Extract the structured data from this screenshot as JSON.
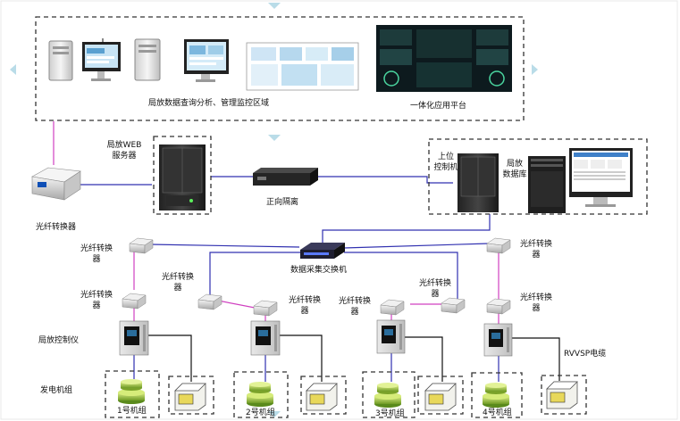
{
  "monitoring_area": {
    "left_label": "局放数据查询分析、管理监控区域",
    "right_label": "一体化应用平台"
  },
  "web_server": {
    "label_line1": "局放WEB",
    "label_line2": "服务器"
  },
  "isolation": {
    "label": "正向隔离"
  },
  "top_converter": {
    "label": "光纤转换器"
  },
  "control_center": {
    "host_label_line1": "上位",
    "host_label_line2": "控制机",
    "db_label_line1": "局放",
    "db_label_line2": "数据库"
  },
  "switch": {
    "label": "数据采集交换机"
  },
  "converters": [
    {
      "line1": "光纤转换",
      "line2": "器"
    },
    {
      "line1": "光纤转换",
      "line2": "器"
    },
    {
      "line1": "光纤转换",
      "line2": "器"
    },
    {
      "line1": "光纤转换",
      "line2": "器"
    },
    {
      "line1": "光纤转换",
      "line2": "器"
    },
    {
      "line1": "光纤转换",
      "line2": "器"
    },
    {
      "line1": "光纤转换",
      "line2": "器"
    },
    {
      "line1": "光纤转换",
      "line2": "器"
    }
  ],
  "row_labels": {
    "controller": "局放控制仪",
    "generator": "发电机组"
  },
  "cable": {
    "label": "RVVSP电缆"
  },
  "units": [
    {
      "label": "1号机组"
    },
    {
      "label": "2号机组"
    },
    {
      "label": "3号机组"
    },
    {
      "label": "4号机组"
    }
  ]
}
